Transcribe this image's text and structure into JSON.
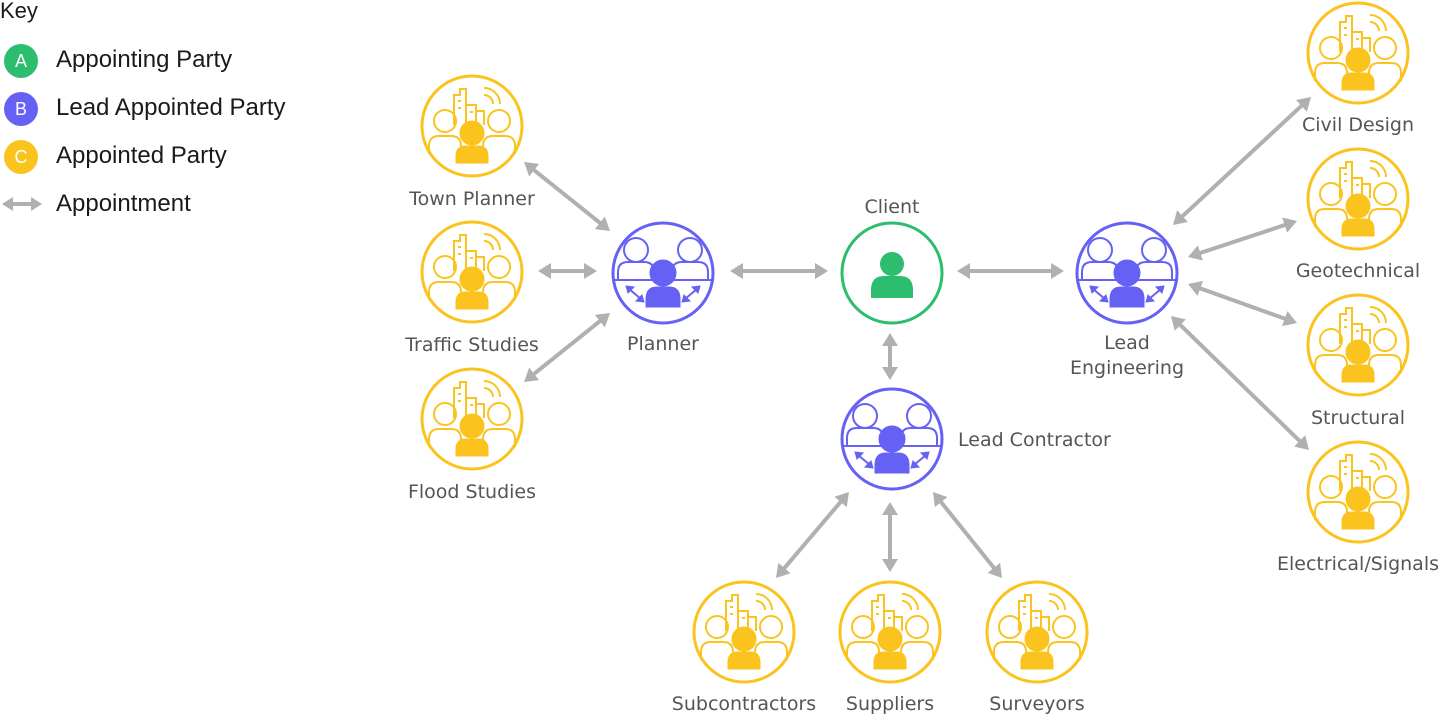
{
  "key": {
    "title": "Key",
    "items": [
      {
        "badge": "A",
        "label": "Appointing Party",
        "color": "#2dbd6e"
      },
      {
        "badge": "B",
        "label": "Lead Appointed Party",
        "color": "#6561f5"
      },
      {
        "badge": "C",
        "label": "Appointed Party",
        "color": "#fbc31e"
      },
      {
        "badge": "",
        "label": "Appointment",
        "color": "#b0b0b0"
      }
    ]
  },
  "colors": {
    "appointing": "#2dbd6e",
    "lead": "#6561f5",
    "appointed": "#fbc31e",
    "arrow": "#b0b0b0",
    "label": "#555555"
  },
  "nodes": {
    "client": {
      "label": "Client"
    },
    "planner": {
      "label": "Planner"
    },
    "lead_engineering": {
      "label_lines": [
        "Lead",
        "Engineering"
      ]
    },
    "lead_contractor": {
      "label": "Lead Contractor"
    },
    "town_planner": {
      "label": "Town Planner"
    },
    "traffic_studies": {
      "label": "Traffic Studies"
    },
    "flood_studies": {
      "label": "Flood Studies"
    },
    "civil_design": {
      "label": "Civil Design"
    },
    "geotechnical": {
      "label": "Geotechnical"
    },
    "structural": {
      "label": "Structural"
    },
    "electrical_signals": {
      "label": "Electrical/Signals"
    },
    "subcontractors": {
      "label": "Subcontractors"
    },
    "suppliers": {
      "label": "Suppliers"
    },
    "surveyors": {
      "label": "Surveyors"
    }
  }
}
